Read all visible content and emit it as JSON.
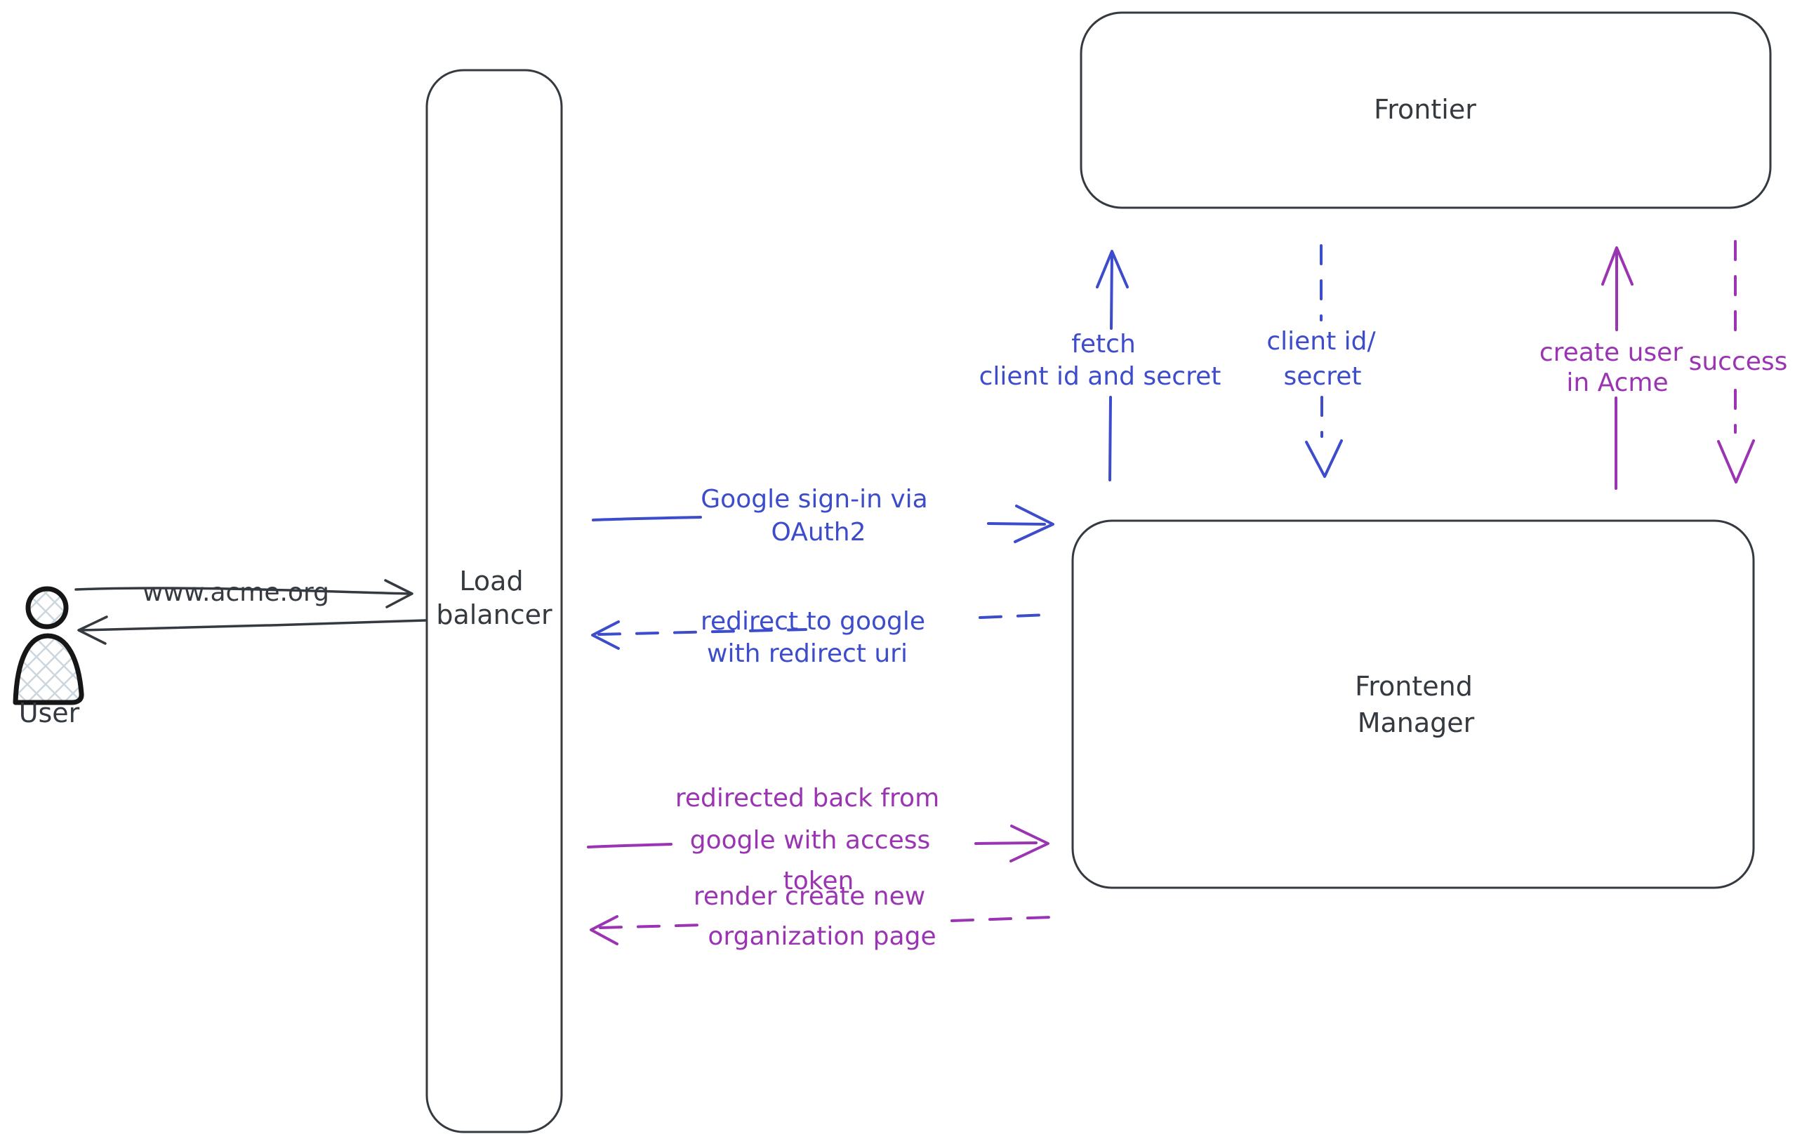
{
  "colors": {
    "ink": "#343a40",
    "blue": "#3c4ccb",
    "purple": "#9a34b3",
    "hatch": "#ccd6dd"
  },
  "nodes": {
    "user": {
      "label": "User"
    },
    "load_balancer": {
      "lines": [
        "Load",
        "balancer"
      ]
    },
    "frontier": {
      "label": "Frontier"
    },
    "frontend_manager": {
      "lines": [
        "Frontend",
        "Manager"
      ]
    }
  },
  "edges": {
    "user_request": {
      "label": "www.acme.org",
      "style": "solid",
      "color": "ink",
      "direction": "right",
      "from": "user",
      "to": "load_balancer"
    },
    "response_to_user": {
      "label": "",
      "style": "solid",
      "color": "ink",
      "direction": "left",
      "from": "load_balancer",
      "to": "user"
    },
    "google_signin": {
      "lines": [
        "Google sign-in via",
        "OAuth2"
      ],
      "style": "solid",
      "color": "blue",
      "direction": "right",
      "from": "load_balancer",
      "to": "frontend_manager"
    },
    "redirect_to_google": {
      "lines": [
        "redirect to google",
        "with redirect uri"
      ],
      "style": "dashed",
      "color": "blue",
      "direction": "left",
      "from": "frontend_manager",
      "to": "load_balancer"
    },
    "redirected_back": {
      "lines": [
        "redirected back from",
        "google with access",
        "token"
      ],
      "style": "solid",
      "color": "purple",
      "direction": "right",
      "from": "load_balancer",
      "to": "frontend_manager"
    },
    "render_org_page": {
      "lines": [
        "render create new",
        "organization page"
      ],
      "style": "dashed",
      "color": "purple",
      "direction": "left",
      "from": "frontend_manager",
      "to": "load_balancer"
    },
    "fetch_client_id": {
      "lines": [
        "fetch",
        "client id and secret"
      ],
      "style": "solid",
      "color": "blue",
      "direction": "up",
      "from": "frontend_manager",
      "to": "frontier"
    },
    "client_id_secret": {
      "lines": [
        "client id/",
        "secret"
      ],
      "style": "dashed",
      "color": "blue",
      "direction": "down",
      "from": "frontier",
      "to": "frontend_manager"
    },
    "create_user": {
      "lines": [
        "create user",
        "in Acme"
      ],
      "style": "solid",
      "color": "purple",
      "direction": "up",
      "from": "frontend_manager",
      "to": "frontier"
    },
    "success": {
      "label": "success",
      "style": "dashed",
      "color": "purple",
      "direction": "down",
      "from": "frontier",
      "to": "frontend_manager"
    }
  }
}
